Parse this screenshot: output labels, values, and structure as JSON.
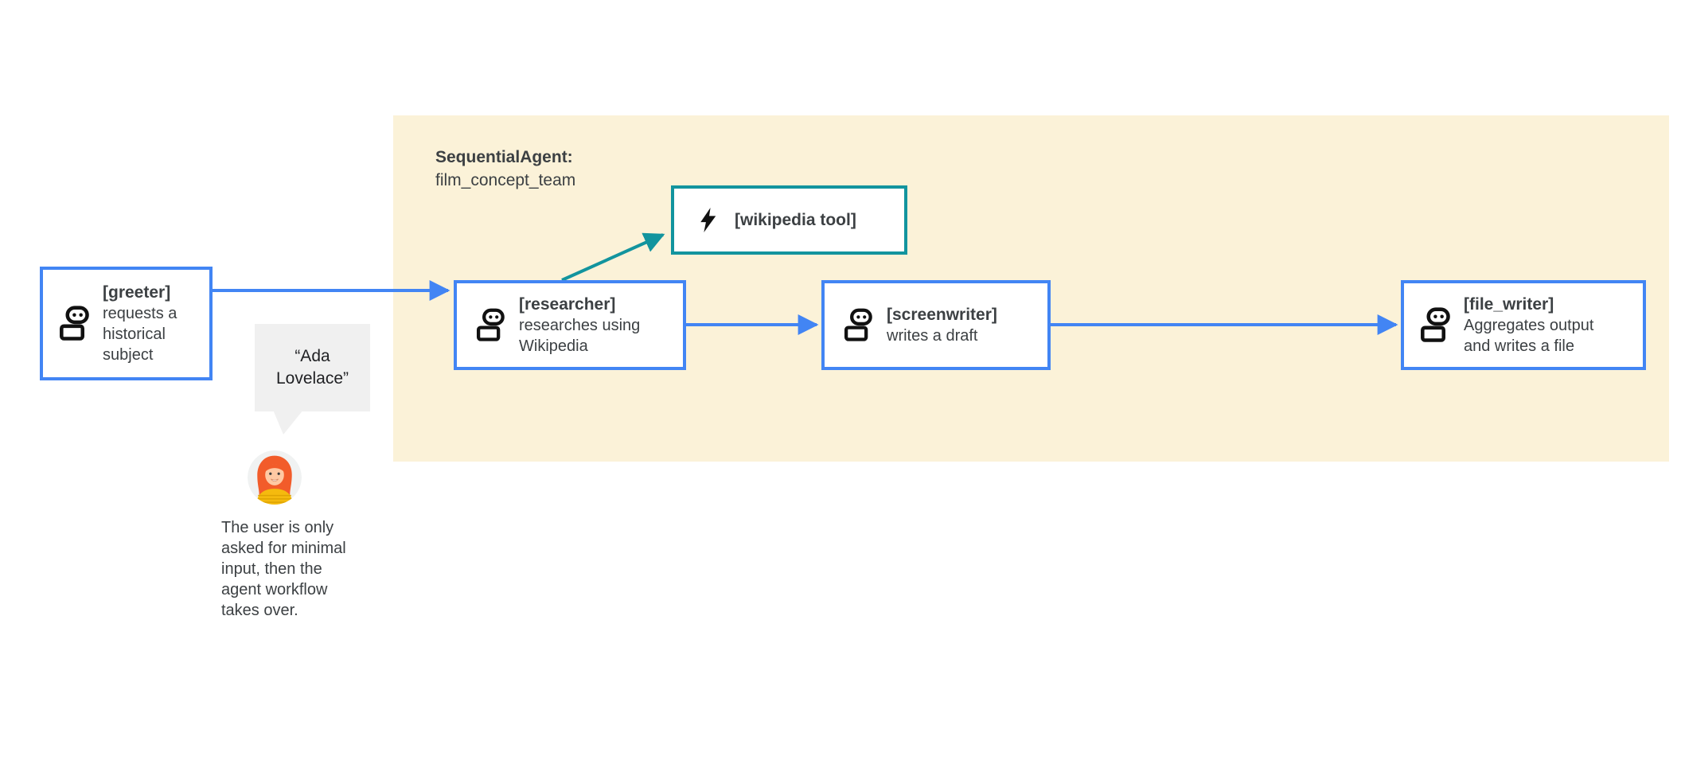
{
  "colors": {
    "agent_border_blue": "#4285F4",
    "tool_border_teal": "#12949E",
    "container_bg": "#FBF2D8",
    "bubble_bg": "#F0F0F0",
    "text_gray": "#3C4043",
    "icon_black": "#111111"
  },
  "container": {
    "label_title": "SequentialAgent:",
    "label_name": "film_concept_team"
  },
  "nodes": [
    {
      "id": "greeter",
      "title": "[greeter]",
      "desc_lines": [
        "requests a",
        "historical",
        "subject"
      ]
    },
    {
      "id": "researcher",
      "title": "[researcher]",
      "desc_lines": [
        "researches using",
        "Wikipedia"
      ]
    },
    {
      "id": "screenwriter",
      "title": "[screenwriter]",
      "desc_lines": [
        "writes a draft"
      ]
    },
    {
      "id": "file_writer",
      "title": "[file_writer]",
      "desc_lines": [
        "Aggregates output",
        "and writes a file"
      ]
    }
  ],
  "tool": {
    "title": "[wikipedia tool]"
  },
  "user_annotation": {
    "speech_lines": [
      "“Ada",
      "Lovelace”"
    ],
    "caption_lines": [
      "The user is only",
      "asked for minimal",
      "input, then the",
      "agent workflow",
      "takes over."
    ]
  }
}
